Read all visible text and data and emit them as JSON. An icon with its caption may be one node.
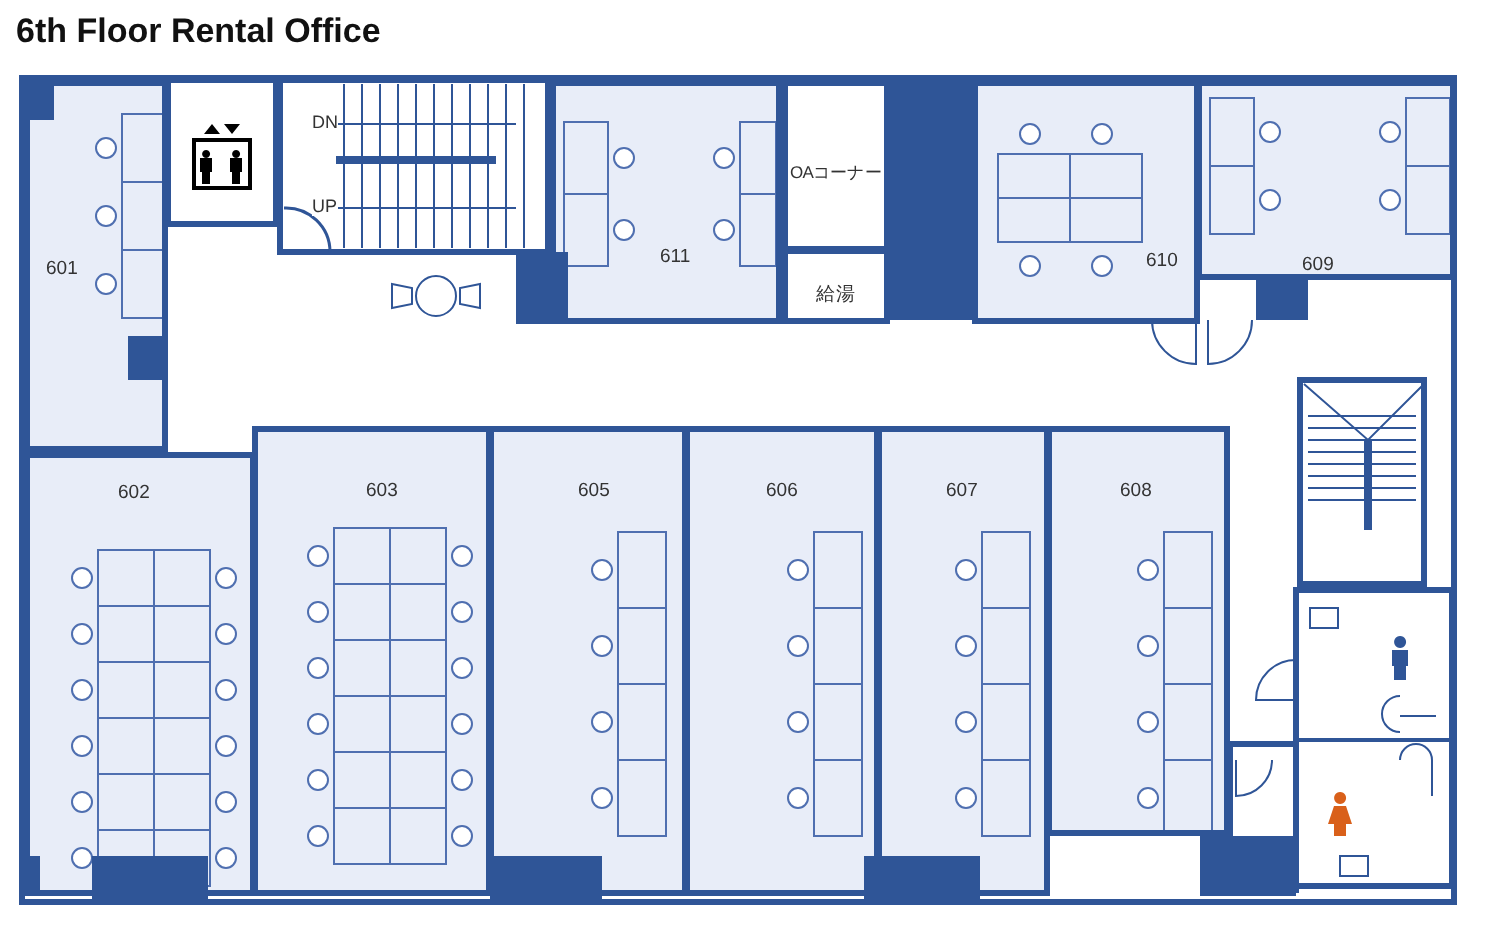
{
  "diagram": {
    "title": "6th Floor Rental Office",
    "nodes": [
      {
        "text": [
          "601"
        ]
      },
      {
        "text": [
          "611"
        ]
      },
      {
        "text": [
          "OAコーナー"
        ]
      },
      {
        "text": [
          "給湯"
        ]
      },
      {
        "text": [
          "610"
        ]
      },
      {
        "text": [
          "609"
        ]
      },
      {
        "text": [
          "602"
        ]
      },
      {
        "text": [
          "603"
        ]
      },
      {
        "text": [
          "605"
        ]
      },
      {
        "text": [
          "606"
        ]
      },
      {
        "text": [
          "607"
        ]
      },
      {
        "text": [
          "608"
        ]
      }
    ],
    "labels": [
      "DN",
      "UP"
    ]
  }
}
